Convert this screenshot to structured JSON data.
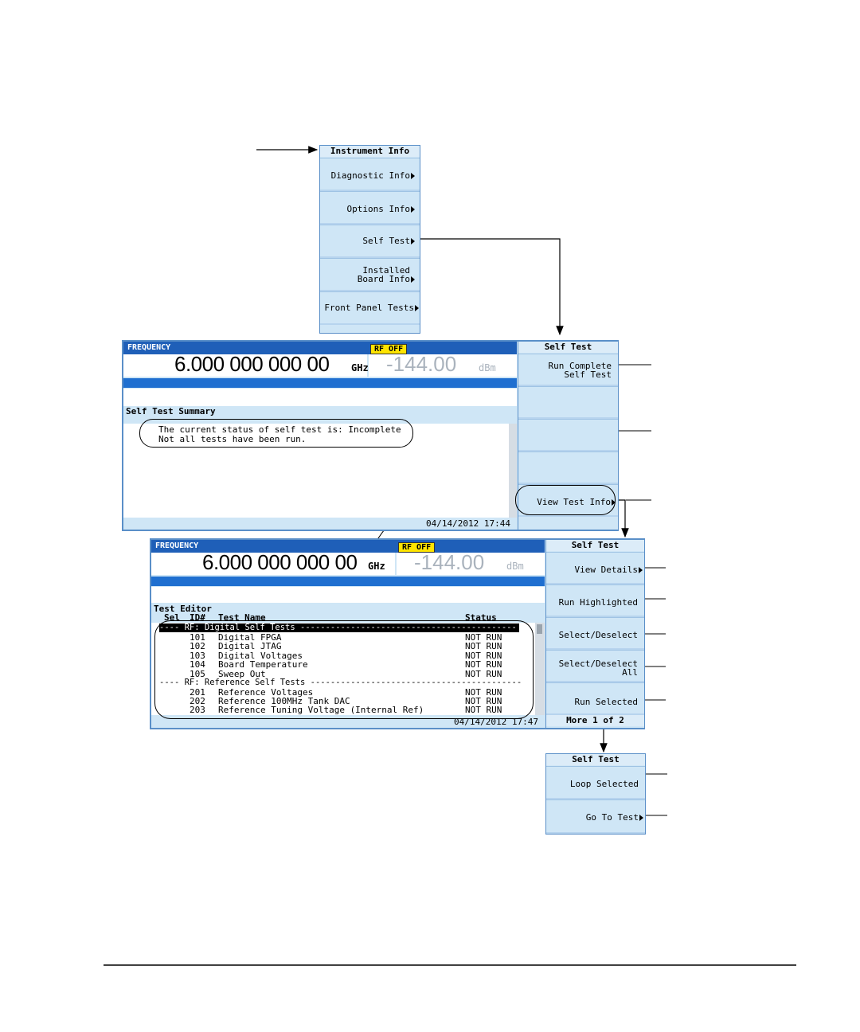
{
  "instrument_info_menu": {
    "title": "Instrument Info",
    "keys": [
      "Diagnostic Info",
      "Options Info",
      "Self Test",
      "Installed\nBoard Info",
      "Front Panel Tests"
    ]
  },
  "screen1": {
    "freq_label": "FREQUENCY",
    "frequency": "6.000 000 000 00",
    "freq_unit": "GHz",
    "rf_status": "RF OFF",
    "amplitude": "-144.00",
    "amp_unit": "dBm",
    "section_title": "Self Test Summary",
    "status_line1": "The current status of self test is: Incomplete",
    "status_line2": "Not all tests have been run.",
    "timestamp": "04/14/2012 17:44",
    "softkeys": {
      "title": "Self Test",
      "run_complete": "Run Complete\nSelf Test",
      "view_test_info": "View Test Info"
    }
  },
  "screen2": {
    "freq_label": "FREQUENCY",
    "frequency": "6.000 000 000 00",
    "freq_unit": "GHz",
    "rf_status": "RF OFF",
    "amplitude": "-144.00",
    "amp_unit": "dBm",
    "section_title": "Test Editor",
    "col_sel": "Sel",
    "col_id": "ID#",
    "col_name": "Test Name",
    "col_status": "Status",
    "group1": "---- RF: Digital Self Tests -------------------------------------------",
    "group2": "---- RF: Reference Self Tests ------------------------------------------",
    "rows": [
      {
        "id": "101",
        "name": "Digital FPGA",
        "status": "NOT RUN"
      },
      {
        "id": "102",
        "name": "Digital JTAG",
        "status": "NOT RUN"
      },
      {
        "id": "103",
        "name": "Digital Voltages",
        "status": "NOT RUN"
      },
      {
        "id": "104",
        "name": "Board Temperature",
        "status": "NOT RUN"
      },
      {
        "id": "105",
        "name": "Sweep Out",
        "status": "NOT RUN"
      },
      {
        "id": "201",
        "name": "Reference Voltages",
        "status": "NOT RUN"
      },
      {
        "id": "202",
        "name": "Reference 100MHz Tank DAC",
        "status": "NOT RUN"
      },
      {
        "id": "203",
        "name": "Reference Tuning Voltage (Internal Ref)",
        "status": "NOT RUN"
      }
    ],
    "timestamp": "04/14/2012 17:47",
    "softkeys": {
      "title": "Self Test",
      "view_details": "View Details",
      "run_highlighted": "Run Highlighted",
      "select_deselect": "Select/Deselect",
      "select_deselect_all": "Select/Deselect\nAll",
      "run_selected": "Run Selected",
      "more": "More 1 of 2"
    }
  },
  "self_test_page2": {
    "title": "Self Test",
    "loop_selected": "Loop Selected",
    "go_to_test": "Go To Test"
  }
}
